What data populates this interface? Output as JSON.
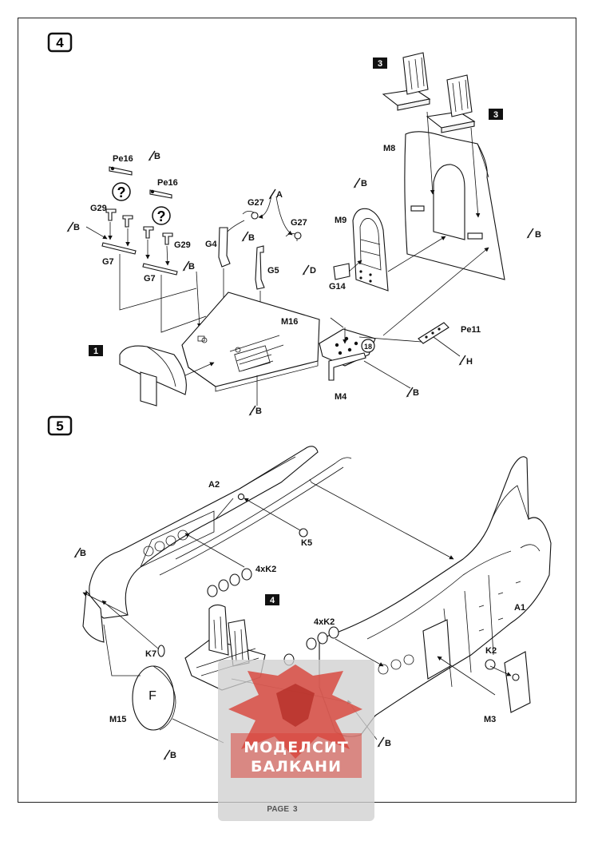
{
  "steps": {
    "step4": {
      "number": "4"
    },
    "step5": {
      "number": "5"
    }
  },
  "step4": {
    "ref_1": "1",
    "ref_3a": "3",
    "ref_3b": "3",
    "question_1": "?",
    "question_2": "?",
    "circled_18": "18",
    "labels": {
      "pe16_a": "Pe16",
      "pe16_b": "Pe16",
      "g29_a": "G29",
      "g29_b": "G29",
      "g7_a": "G7",
      "g7_b": "G7",
      "g27_a": "G27",
      "g27_b": "G27",
      "g4": "G4",
      "g5": "G5",
      "m16": "M16",
      "m9": "M9",
      "g14": "G14",
      "m8": "M8",
      "m4": "M4",
      "pe11": "Pe11"
    },
    "glue": {
      "b1": "B",
      "b2": "B",
      "b3": "B",
      "b4": "B",
      "b5": "B",
      "b6": "B",
      "b7": "B",
      "b8": "B",
      "a1": "A",
      "d1": "D",
      "h1": "H"
    }
  },
  "step5": {
    "ref_4": "4",
    "labels": {
      "a2": "A2",
      "k5": "K5",
      "k2x4_a": "4xK2",
      "k2x4_b": "4xK2",
      "a1": "A1",
      "k2": "K2",
      "k7": "K7",
      "m15": "M15",
      "m3": "M3",
      "f_marking": "F"
    },
    "glue": {
      "b1": "B",
      "b2": "B",
      "b3": "B"
    }
  },
  "watermark": {
    "line1": "МОДЕЛСИТ",
    "line2": "БАЛКАНИ"
  },
  "footer": {
    "page_label": "PAGE",
    "page_number": "3"
  },
  "colors": {
    "ink": "#111111",
    "watermark_red": "#d8453c",
    "panel_grey": "#d4d4d4"
  }
}
